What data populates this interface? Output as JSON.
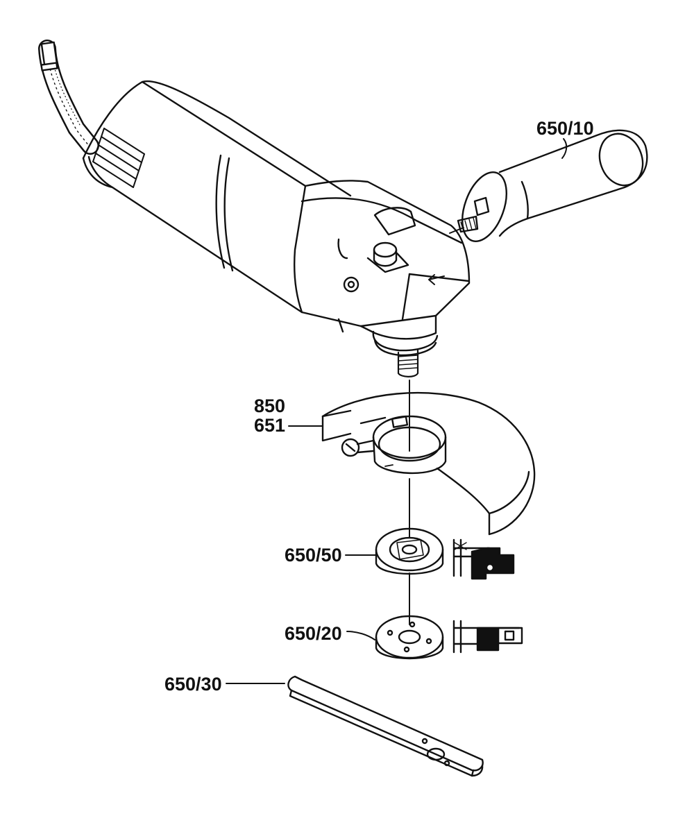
{
  "callouts": {
    "handle": "650/10",
    "guard_top": "850",
    "guard_bottom": "651",
    "inner_flange": "650/50",
    "clamp_nut": "650/20",
    "spanner": "650/30"
  },
  "colors": {
    "ink": "#111111",
    "paper": "#ffffff"
  }
}
